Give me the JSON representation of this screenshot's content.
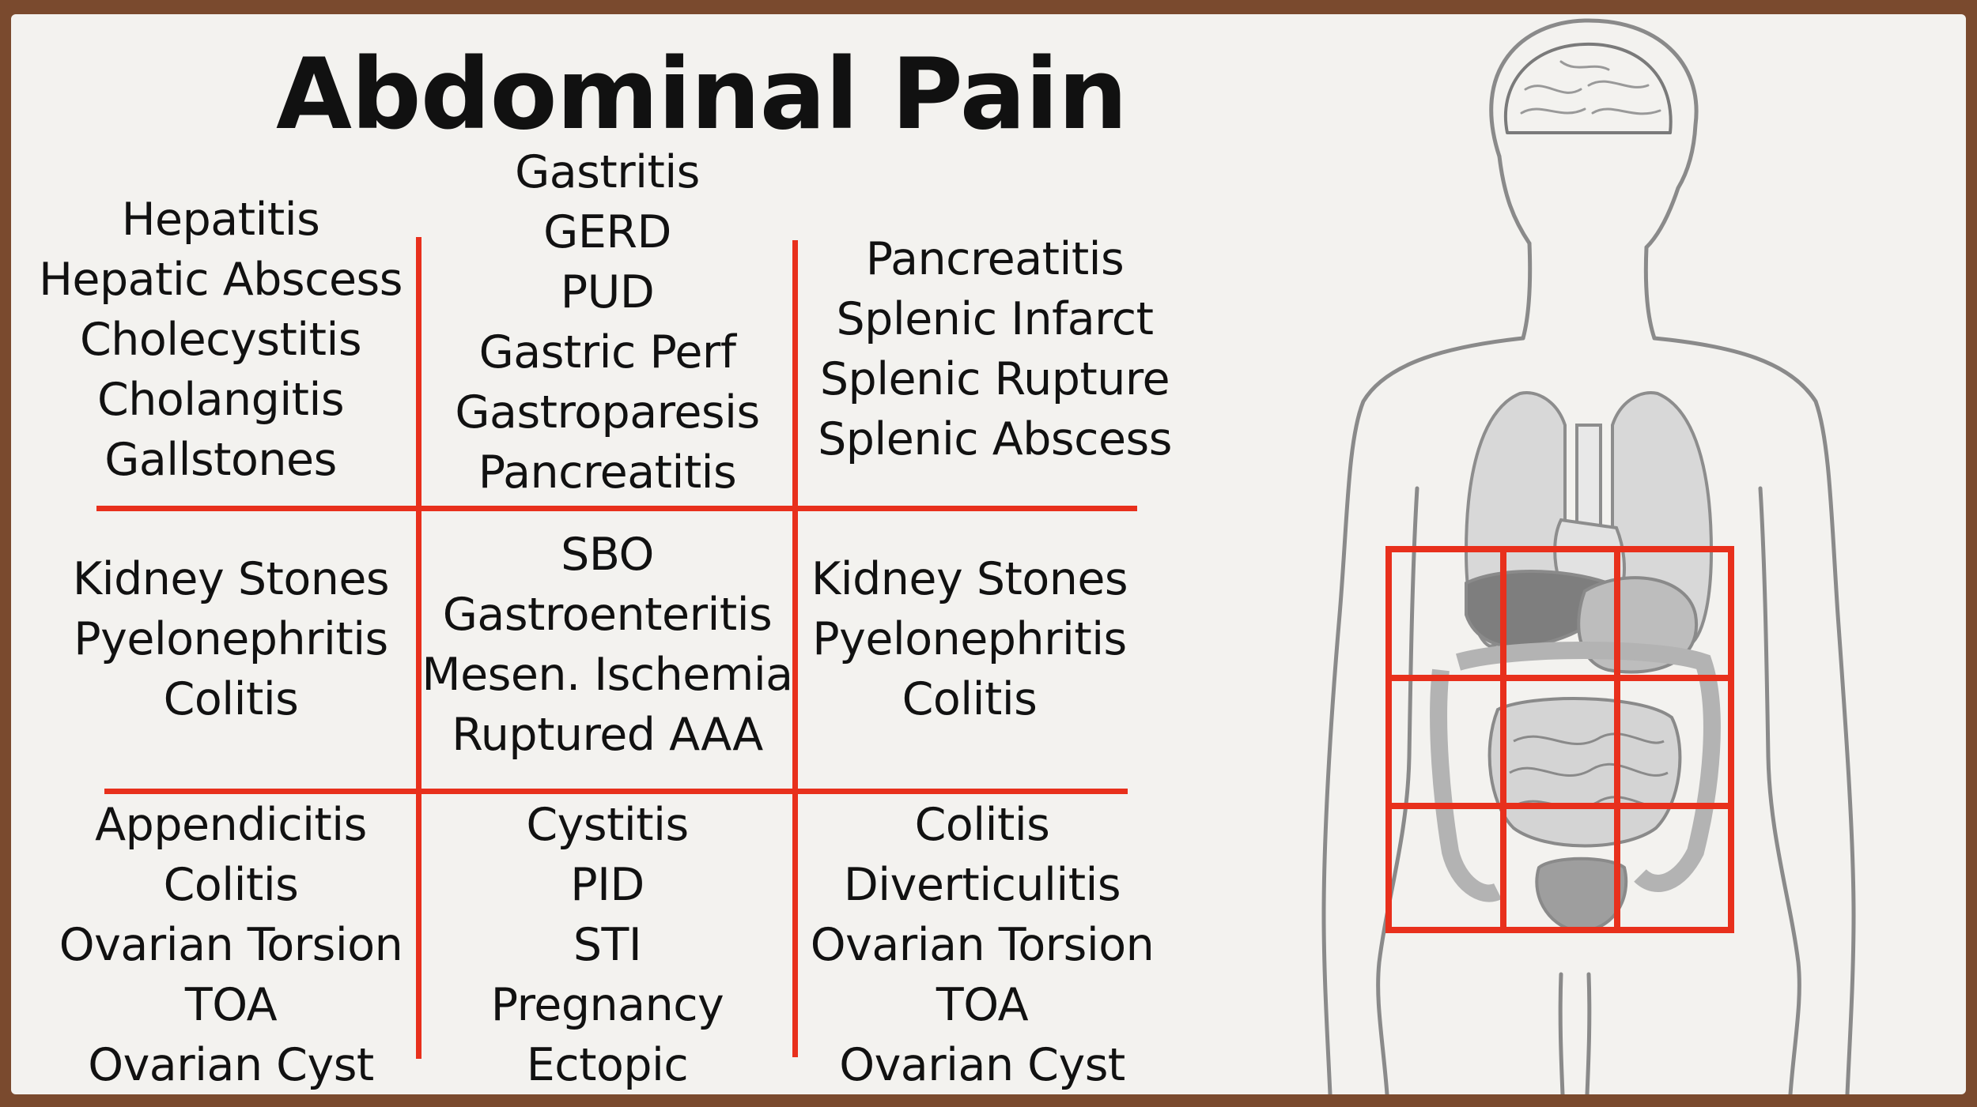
{
  "title": "Abdominal Pain",
  "accent_color": "#e8301c",
  "regions": {
    "right_upper": [
      "Hepatitis",
      "Hepatic Abscess",
      "Cholecystitis",
      "Cholangitis",
      "Gallstones"
    ],
    "epigastric": [
      "Gastritis",
      "GERD",
      "PUD",
      "Gastric Perf",
      "Gastroparesis",
      "Pancreatitis"
    ],
    "left_upper": [
      "Pancreatitis",
      "Splenic Infarct",
      "Splenic Rupture",
      "Splenic Abscess"
    ],
    "right_lumbar": [
      "Kidney Stones",
      "Pyelonephritis",
      "Colitis"
    ],
    "umbilical": [
      "SBO",
      "Gastroenteritis",
      "Mesen. Ischemia",
      "Ruptured AAA"
    ],
    "left_lumbar": [
      "Kidney Stones",
      "Pyelonephritis",
      "Colitis"
    ],
    "right_lower": [
      "Appendicitis",
      "Colitis",
      "Ovarian Torsion",
      "TOA",
      "Ovarian Cyst"
    ],
    "suprapubic": [
      "Cystitis",
      "PID",
      "STI",
      "Pregnancy",
      "Ectopic"
    ],
    "left_lower": [
      "Colitis",
      "Diverticulitis",
      "Ovarian Torsion",
      "TOA",
      "Ovarian Cyst"
    ]
  }
}
